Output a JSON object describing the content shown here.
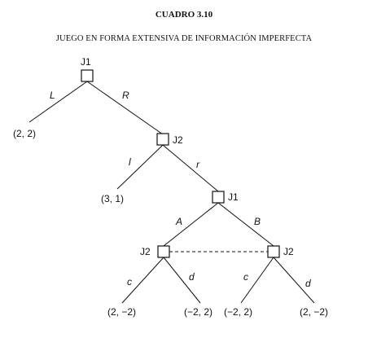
{
  "title": "CUADRO 3.10",
  "subtitle": "JUEGO EN FORMA EXTENSIVA DE INFORMACIÓN IMPERFECTA",
  "players": {
    "root": "J1",
    "second": "J2",
    "third": "J1",
    "info_left": "J2",
    "info_right": "J2"
  },
  "actions": {
    "L": "L",
    "R": "R",
    "l": "l",
    "r": "r",
    "A": "A",
    "B": "B",
    "c_left": "c",
    "d_left": "d",
    "c_right": "c",
    "d_right": "d"
  },
  "payoffs": {
    "L": "(2, 2)",
    "l": "(3, 1)",
    "Ac": "(2, −2)",
    "Ad": "(−2, 2)",
    "Bc": "(−2, 2)",
    "Bd": "(2, −2)"
  },
  "colors": {
    "ink": "#111111",
    "background": "#ffffff"
  }
}
